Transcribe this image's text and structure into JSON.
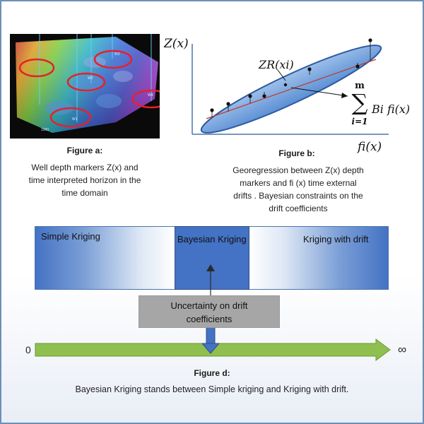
{
  "figure_a": {
    "title": "Figure a:",
    "caption_lines": [
      "Well depth markers Z(x) and",
      "time interpreted horizon in the",
      "time domain"
    ],
    "well_labels": [
      "W3",
      "W2",
      "W4",
      "W1"
    ],
    "scale_label": "1000"
  },
  "figure_b": {
    "title": "Figure b:",
    "caption_lines": [
      "Georegression between Z(x) depth",
      "markers and fi (x) time external",
      "drifts .  Bayesian constraints on the",
      "drift coefficients"
    ],
    "y_axis_label": "Z(x)",
    "x_axis_label": "fi(x)",
    "zr_label": "ZR(xi)",
    "sum_upper": "m",
    "sum_lower": "i=1",
    "sum_body": "Bi fi(x)"
  },
  "kriging": {
    "left_label": "Simple Kriging",
    "middle_label": "Bayesian Kriging",
    "right_label": "Kriging with drift",
    "uncertainty_lines": [
      "Uncertainty on drift",
      "coefficients"
    ],
    "axis_start": "0",
    "axis_end": "∞",
    "colors": {
      "blue": "#4472c4",
      "green": "#8fbf4f",
      "gray": "#a6a6a6"
    }
  },
  "figure_d": {
    "title": "Figure d:",
    "caption": "Bayesian Kriging stands between Simple kriging and Kriging with drift."
  }
}
